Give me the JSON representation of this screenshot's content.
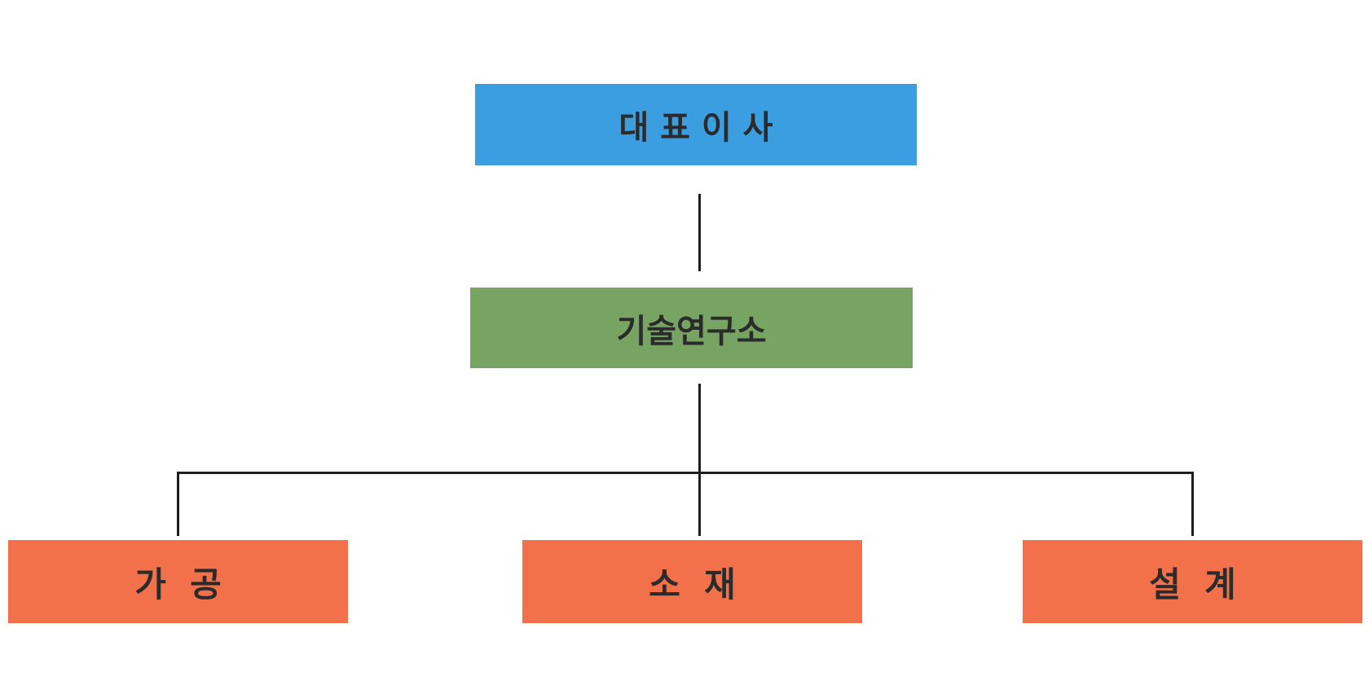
{
  "diagram": {
    "type": "org-chart",
    "nodes": {
      "ceo": {
        "label": "대 표 이 사",
        "color": "#3a9ee0"
      },
      "lab": {
        "label": "기술연구소",
        "color": "#77a463"
      },
      "teams": [
        {
          "label": "가  공",
          "color": "#f2704a"
        },
        {
          "label": "소  재",
          "color": "#f2704a"
        },
        {
          "label": "설  계",
          "color": "#f2704a"
        }
      ]
    },
    "edges": [
      [
        "ceo",
        "lab"
      ],
      [
        "lab",
        "teams.0"
      ],
      [
        "lab",
        "teams.1"
      ],
      [
        "lab",
        "teams.2"
      ]
    ],
    "line_color": "#1e1e1e"
  }
}
